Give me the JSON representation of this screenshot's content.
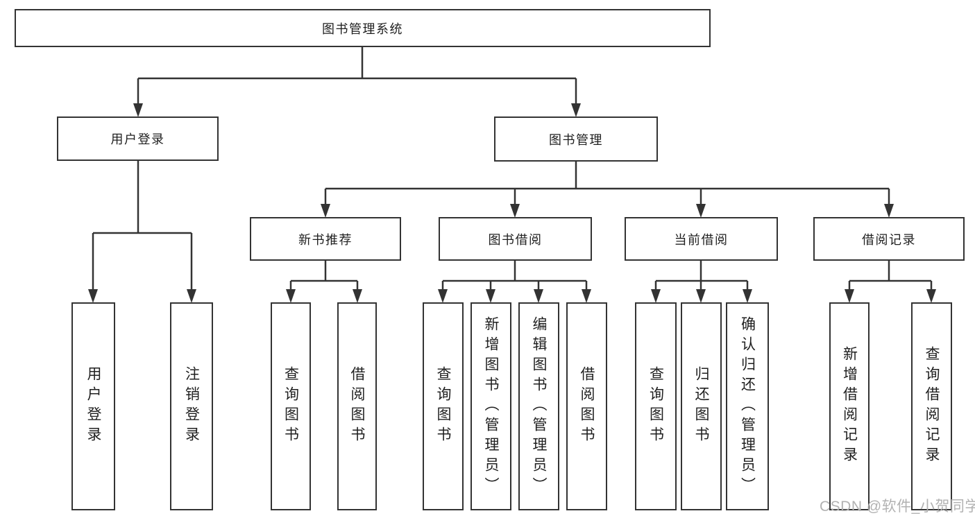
{
  "diagram": {
    "root": {
      "label": "图书管理系统"
    },
    "branches": [
      {
        "label": "用户登录",
        "children": [
          {
            "label": "用户登录"
          },
          {
            "label": "注销登录"
          }
        ]
      },
      {
        "label": "图书管理",
        "children": [
          {
            "label": "新书推荐",
            "children": [
              {
                "label": "查询图书"
              },
              {
                "label": "借阅图书"
              }
            ]
          },
          {
            "label": "图书借阅",
            "children": [
              {
                "label": "查询图书"
              },
              {
                "label": "新增图书（管理员）"
              },
              {
                "label": "编辑图书（管理员）"
              },
              {
                "label": "借阅图书"
              }
            ]
          },
          {
            "label": "当前借阅",
            "children": [
              {
                "label": "查询图书"
              },
              {
                "label": "归还图书"
              },
              {
                "label": "确认归还（管理员）"
              }
            ]
          },
          {
            "label": "借阅记录",
            "children": [
              {
                "label": "新增借阅记录"
              },
              {
                "label": "查询借阅记录"
              }
            ]
          }
        ]
      }
    ]
  },
  "watermark": {
    "text": "CSDN @软件_小贺同学"
  },
  "colors": {
    "line": "#333333",
    "text": "#1f1f1f",
    "watermark": "#b2b2b2",
    "background": "#ffffff"
  }
}
